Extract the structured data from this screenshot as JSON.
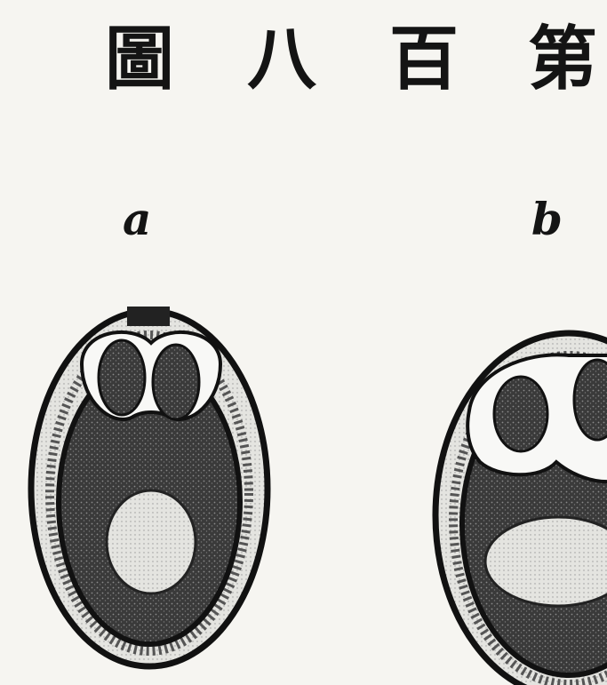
{
  "title": [
    "圖",
    "八",
    "百",
    "第"
  ],
  "figure_a": {
    "label": "a"
  },
  "figure_b": {
    "label": "b"
  }
}
